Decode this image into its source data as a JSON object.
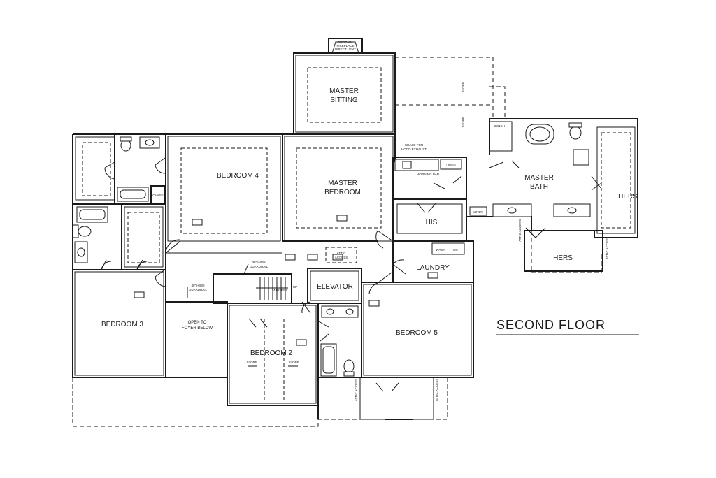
{
  "plan": {
    "title": "SECOND FLOOR",
    "rooms": {
      "master_sitting": [
        "MASTER",
        "SITTING"
      ],
      "master_bedroom": [
        "MASTER",
        "BEDROOM"
      ],
      "bedroom_4": "BEDROOM 4",
      "bedroom_3": "BEDROOM 3",
      "bedroom_2": "BEDROOM 2",
      "bedroom_5": "BEDROOM 5",
      "master_bath": [
        "MASTER",
        "BATH"
      ],
      "his": "HIS",
      "hers_right": "HERS",
      "hers_bottom": "HERS",
      "laundry": "LAUNDRY",
      "elevator": "ELEVATOR",
      "open_to_foyer": [
        "OPEN TO",
        "FOYER BELOW"
      ]
    },
    "notes": {
      "fireplace": [
        "OPTIONAL",
        "FIREPLACE",
        "DIRECT VENT"
      ],
      "chase_hood": [
        "CHASE FOR",
        "HOOD EXHAUST"
      ],
      "morning_bar": "MORNING BAR",
      "linen_top": "LINEN",
      "linen_bath": "LINEN",
      "bench": "BENCH",
      "chase": "CHASE",
      "guardrail_upper": [
        "36\" HIGH",
        "GUARDRAIL"
      ],
      "guardrail_lower": [
        "36\" HIGH",
        "GUARDRAIL"
      ],
      "attic_access": [
        "ATTIC",
        "ACCESS"
      ],
      "wash": "WASH",
      "dry": "DRY",
      "slope": "SLOPE",
      "stair_up": "UP",
      "stair_risers": "14 RISERS",
      "attic_access_side": "ATTIC ACCESS"
    }
  }
}
